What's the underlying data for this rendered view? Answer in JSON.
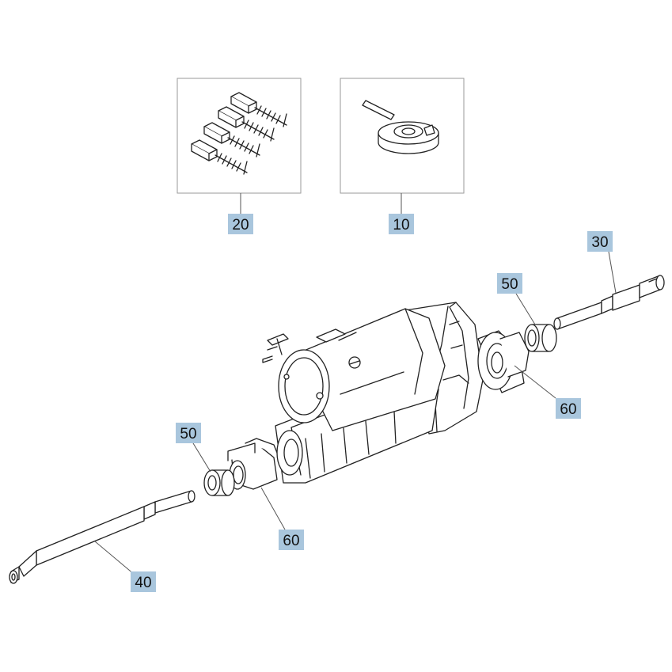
{
  "callouts": [
    {
      "id": "c20",
      "label": "20"
    },
    {
      "id": "c10",
      "label": "10"
    },
    {
      "id": "c30",
      "label": "30"
    },
    {
      "id": "c50a",
      "label": "50"
    },
    {
      "id": "c60a",
      "label": "60"
    },
    {
      "id": "c50b",
      "label": "50"
    },
    {
      "id": "c60b",
      "label": "60"
    },
    {
      "id": "c40",
      "label": "40"
    }
  ],
  "colors": {
    "callout_fill": "#a9c6dd",
    "line": "#222222",
    "box_border": "#9a9a9a"
  }
}
